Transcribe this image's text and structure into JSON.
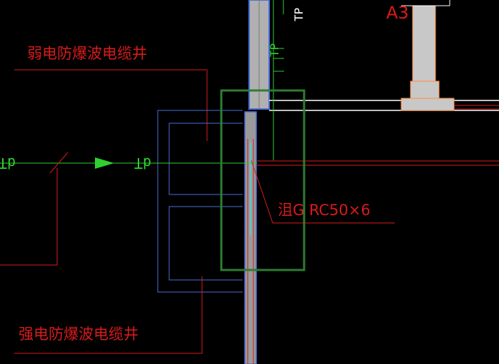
{
  "drawing": {
    "labels": {
      "weak_shaft": "弱电防爆波电缆井",
      "strong_shaft": "强电防爆波电缆井",
      "pipe_spec": "沮G RC50×6",
      "top_mark": "A3",
      "vertical_tag": "TP",
      "pipe_tag_left": "dT",
      "pipe_tag_mid": "dT",
      "pipe_tag_vertical": "TP"
    },
    "colors": {
      "background": "#000000",
      "red": "#d81b1b",
      "green": "#2fd02f",
      "dark_green": "#2e7d32",
      "blue": "#4a6fd8",
      "white": "#ffffff",
      "gray": "#c8c8c8",
      "orange": "#ff8a3d",
      "cyan": "#37e0e0"
    }
  }
}
